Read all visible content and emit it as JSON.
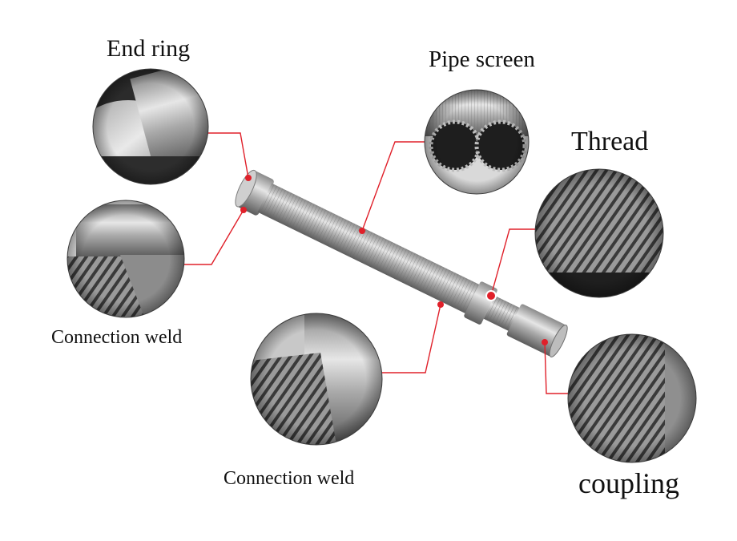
{
  "labels": {
    "end_ring": "End ring",
    "pipe_screen": "Pipe screen",
    "thread": "Thread",
    "connection_weld_left": "Connection weld",
    "connection_weld_bottom": "Connection weld",
    "coupling": "coupling"
  },
  "colors": {
    "callout_line": "#e0202a",
    "callout_dot": "#e0202a",
    "steel_light": "#d9d9d9",
    "steel_dark": "#6f6f6f",
    "background": "#ffffff"
  }
}
